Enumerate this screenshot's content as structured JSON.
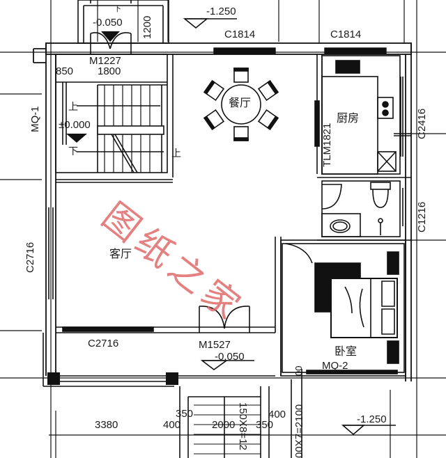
{
  "drawing": {
    "type": "floor-plan",
    "rooms": {
      "dining": "餐厅",
      "kitchen": "厨房",
      "living": "客厅",
      "bedroom": "卧室"
    },
    "windows": {
      "top_left": "C1814",
      "top_right": "C1814",
      "kitchen_right": "C2416",
      "bath_right": "C1216",
      "living_left": "C2716",
      "living_bottom": "C2716"
    },
    "doors": {
      "stair_top": "M1227",
      "entrance": "M1527",
      "kitchen_sliding": "TLM1821",
      "stair_side": "MQ-1",
      "bedroom_wall": "MQ-2"
    },
    "elevations": {
      "top_stair": "-0.050",
      "top_outside": "-1.250",
      "stair_landing": "±0.000",
      "entrance": "-0.050",
      "bottom_right": "-1.250"
    },
    "stair_labels": {
      "up_1": "上",
      "down": "下",
      "up_2": "上",
      "top_down": "下"
    },
    "dimensions": {
      "top_vertical": "1200",
      "stair_850": "850",
      "stair_1800": "1800",
      "bottom_3380": "3380",
      "bottom_400_left": "400",
      "bottom_350_left": "350",
      "bottom_2000": "2000",
      "bottom_350_right": "350",
      "bottom_400_right": "400",
      "steps_150x8": "150X8=12",
      "steps_300x7": "00X7=2100",
      "bedroom_00": "00"
    },
    "watermark": "图纸之家"
  }
}
